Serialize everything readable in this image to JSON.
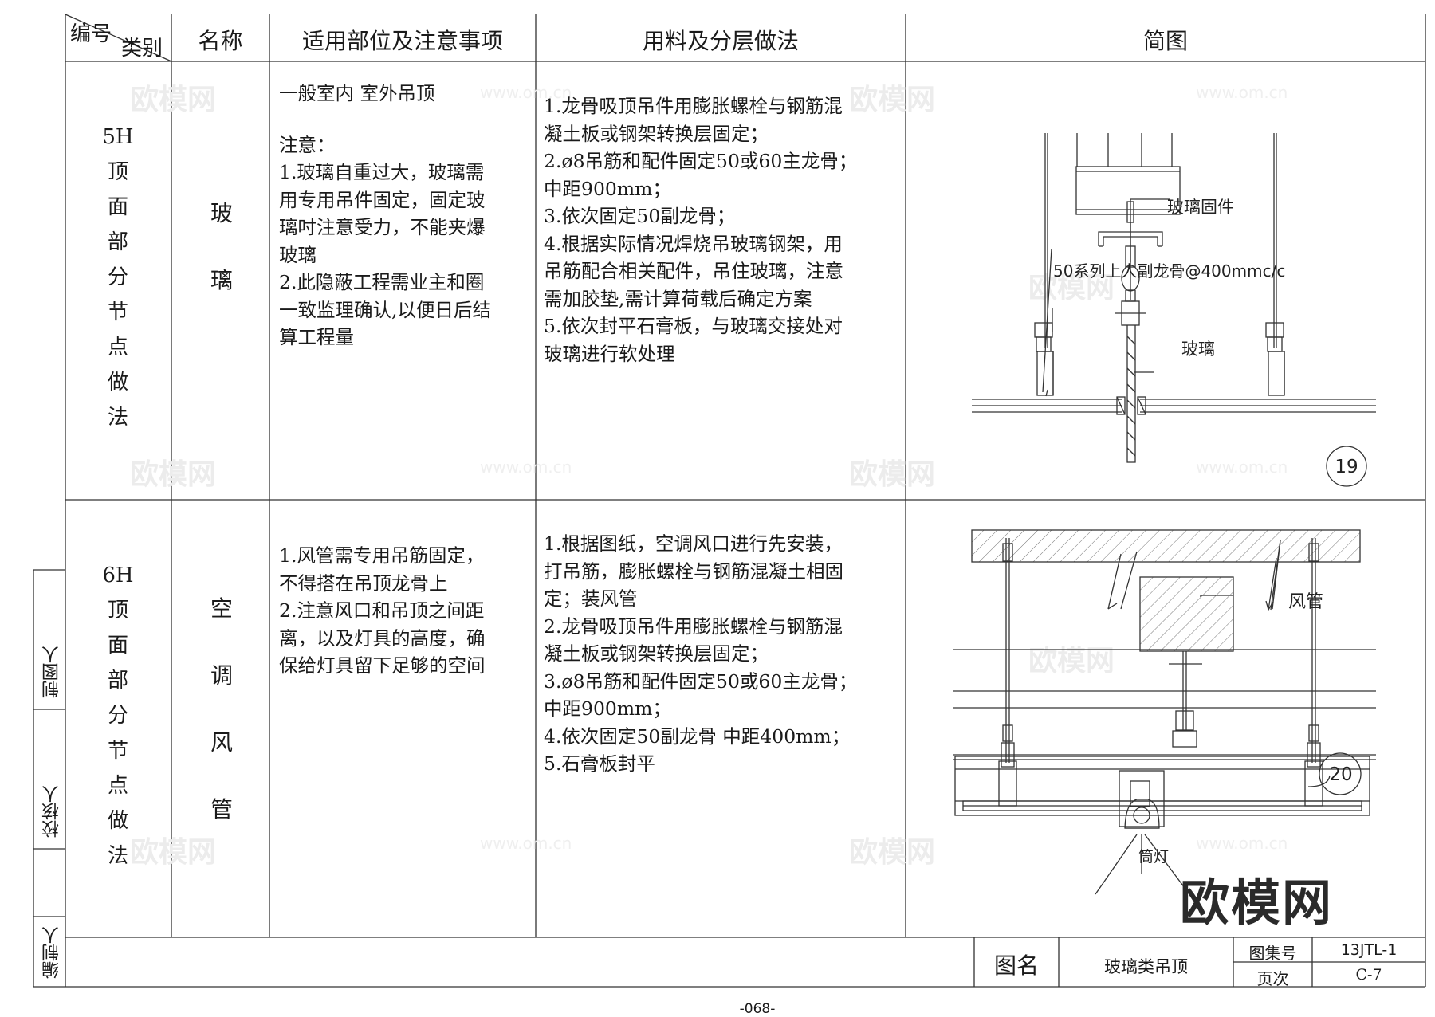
{
  "header": {
    "corner_top": "编号",
    "corner_bottom": "类别",
    "name": "名称",
    "scope": "适用部位及注意事项",
    "method": "用料及分层做法",
    "diagram": "简图"
  },
  "rows": [
    {
      "code": [
        "5H",
        "顶",
        "面",
        "部",
        "分",
        "节",
        "点",
        "做",
        "法"
      ],
      "name": [
        "玻",
        "璃"
      ],
      "scope_title": "一般室内 室外吊顶",
      "scope_note": "注意：",
      "scope": [
        "1.玻璃自重过大，玻璃需",
        "用专用吊件固定，固定玻",
        "璃吋注意受力，不能夹爆",
        "玻璃",
        "2.此隐蔽工程需业主和圈",
        "一致监理确认,以便日后结",
        "算工程量"
      ],
      "method": [
        "1.龙骨吸顶吊件用膨胀螺栓与钢筋混",
        "凝土板或钢架转换层固定；",
        "2.ø8吊筋和配件固定50或60主龙骨；",
        "中距900mm；",
        "3.依次固定50副龙骨；",
        "4.根据实际情况焊烧吊玻璃钢架，用",
        "吊筋配合相关配件，吊住玻璃，注意",
        "需加胶垫,需计算荷载后确定方案",
        "5.依次封平石膏板，与玻璃交接处对",
        "玻璃进行软处理"
      ],
      "diagram_labels": {
        "fixing": "玻璃固件",
        "keel": "50系列上人副龙骨@400mmc/c",
        "glass": "玻璃",
        "number": "19"
      }
    },
    {
      "code": [
        "6H",
        "顶",
        "面",
        "部",
        "分",
        "节",
        "点",
        "做",
        "法"
      ],
      "name": [
        "空",
        "调",
        "风",
        "管"
      ],
      "scope": [
        "1.风管需专用吊筋固定，",
        "不得搭在吊顶龙骨上",
        "2.注意风口和吊顶之间距",
        "离，以及灯具的高度，确",
        "保给灯具留下足够的空间"
      ],
      "method": [
        "1.根据图纸，空调风口进行先安装，",
        "打吊筋，膨胀螺栓与钢筋混凝土相固",
        "定；装风管",
        "2.龙骨吸顶吊件用膨胀螺栓与钢筋混",
        "凝土板或钢架转换层固定；",
        "3.ø8吊筋和配件固定50或60主龙骨；",
        "中距900mm；",
        "4.依次固定50副龙骨 中距400mm；",
        "5.石膏板封平"
      ],
      "diagram_labels": {
        "duct": "风管",
        "lamp": "筒灯",
        "number": "20"
      }
    }
  ],
  "footer": {
    "title_label": "图名",
    "title": "玻璃类吊顶",
    "atlas_label": "图集号",
    "atlas": "13JTL-1",
    "page_label": "页次",
    "page": "C-7",
    "page_number": "-068-"
  },
  "side": {
    "drafter": "制图人",
    "checker": "校核人",
    "editor": "编制人"
  },
  "watermark": {
    "logo": "欧模网",
    "url": "www.om.cn",
    "big_logo": "欧模网"
  }
}
